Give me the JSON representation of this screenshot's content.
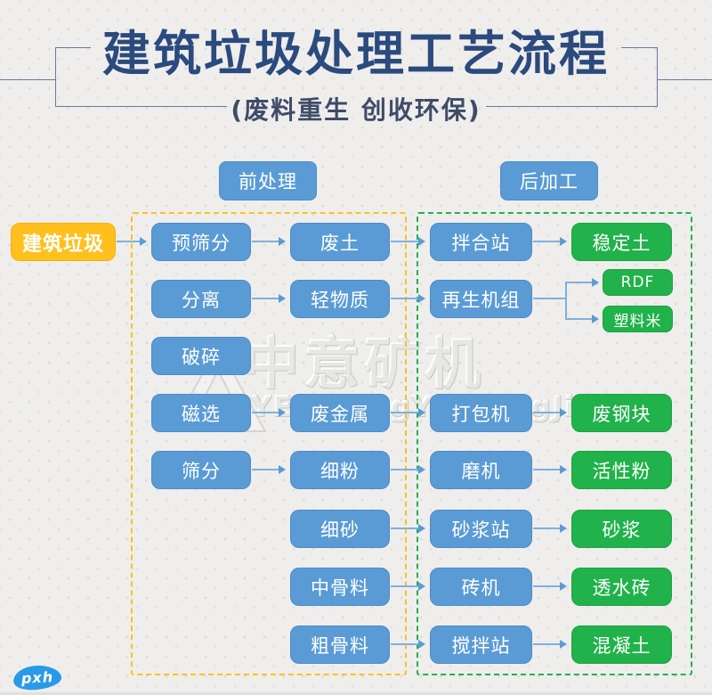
{
  "header": {
    "title": "建筑垃圾处理工艺流程",
    "subtitle": "(废料重生 创收环保)"
  },
  "sections": {
    "pre": "前处理",
    "post": "后加工"
  },
  "source": {
    "label": "建筑垃圾"
  },
  "nodes": {
    "pre_screening": "预筛分",
    "waste_soil": "废土",
    "mixing_station": "拌合站",
    "stabilized_soil": "稳定土",
    "separation": "分离",
    "light_material": "轻物质",
    "regeneration_unit": "再生机组",
    "rdf": "RDF",
    "plastic_pellet": "塑料米",
    "crushing": "破碎",
    "magnetic_separation": "磁选",
    "scrap_metal": "废金属",
    "baler": "打包机",
    "scrap_steel_block": "废钢块",
    "screening": "筛分",
    "fine_powder": "细粉",
    "mill": "磨机",
    "active_powder": "活性粉",
    "fine_sand": "细砂",
    "mortar_station": "砂浆站",
    "mortar": "砂浆",
    "medium_aggregate": "中骨料",
    "brick_machine": "砖机",
    "permeable_brick": "透水砖",
    "coarse_aggregate": "粗骨料",
    "concrete_mixing_station": "搅拌站",
    "concrete": "混凝土"
  },
  "watermark": {
    "brand_cn": "中意矿机",
    "brand_en": "ZOONYE ZhongYiKuangJi"
  },
  "logo": {
    "text": "pxh"
  },
  "colors": {
    "title_navy": "#2b4a7e",
    "process_blue": "#5b9bd5",
    "product_green": "#21b24b",
    "source_yellow": "#ffc01e",
    "dash_orange": "#ffc01e",
    "dash_green": "#22b14c",
    "arrow_blue": "#7fb0dd",
    "background": "#efeeec"
  }
}
